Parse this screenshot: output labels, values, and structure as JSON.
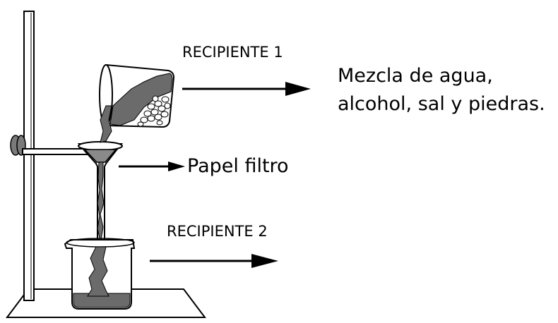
{
  "labels": {
    "recipiente_1": "RECIPIENTE 1",
    "mezcla_line1": "Mezcla de agua,",
    "mezcla_line2": "alcohol, sal y piedras.",
    "papel_filtro": "Papel filtro",
    "recipiente_2": "RECIPIENTE 2"
  },
  "colors": {
    "stroke": "#000000",
    "liquid": "#6b6b6b",
    "liquid_dark": "#505050",
    "pebble": "#ffffff",
    "background": "#ffffff"
  }
}
